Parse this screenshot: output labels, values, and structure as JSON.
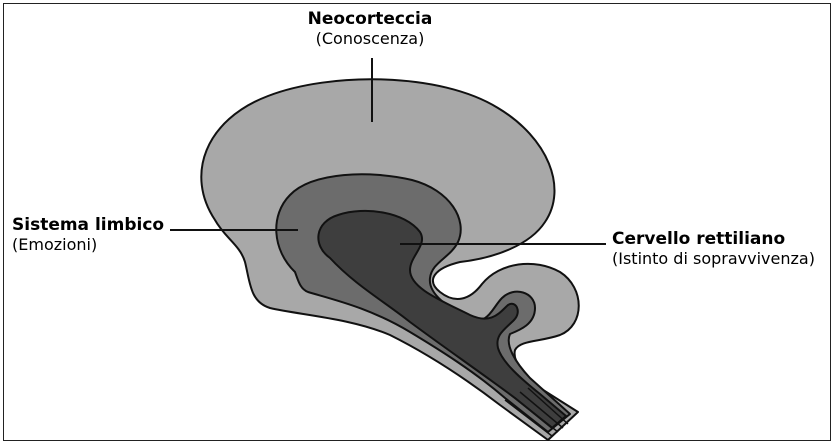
{
  "labels": {
    "neocortex": {
      "title": "Neocorteccia",
      "subtitle": "(Conoscenza)"
    },
    "limbic": {
      "title": "Sistema limbico",
      "subtitle": "(Emozioni)"
    },
    "reptilian": {
      "title": "Cervello rettiliano",
      "subtitle": "(Istinto di sopravvivenza)"
    }
  },
  "colors": {
    "neocortex": "#a8a8a8",
    "limbic": "#6c6c6c",
    "reptilian": "#3e3e3e",
    "outline": "#111111"
  }
}
